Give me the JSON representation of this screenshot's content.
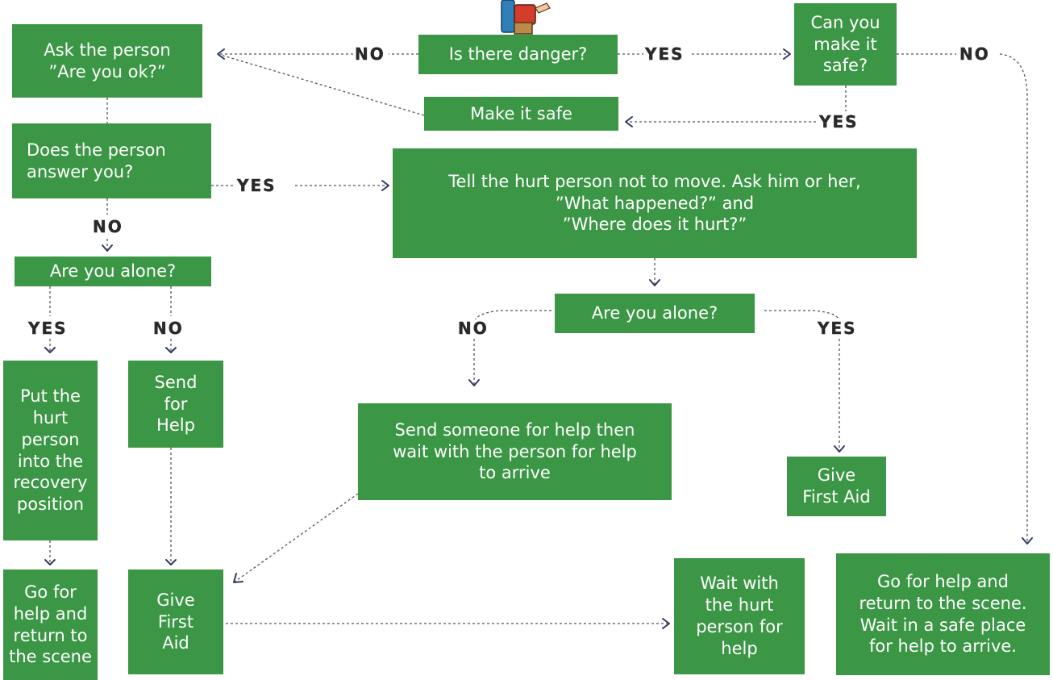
{
  "colors": {
    "box_fill": "#3b9645",
    "box_text": "#ffffff",
    "connector": "#555555",
    "arrowhead": "#333a66",
    "label": "#2a2a2a"
  },
  "icons": {
    "top_figure": "hiker-with-backpack-icon"
  },
  "nodes": {
    "ask_person": "Ask the person\n”Are you ok?”",
    "is_danger": "Is there danger?",
    "can_make_safe": "Can you\nmake it\nsafe?",
    "make_safe": "Make it safe",
    "answer": "Does the person\nanswer you?",
    "tell_hurt": "Tell the hurt person not to move. Ask him or her,\n”What happened?” and\n”Where does it hurt?”",
    "alone_left": "Are you alone?",
    "alone_right": "Are you alone?",
    "recovery": "Put the\nhurt\nperson\ninto the\nrecovery\nposition",
    "send_help": "Send\nfor\nHelp",
    "send_someone": "Send someone for help then\nwait with the person for help\nto arrive",
    "first_aid_right": "Give\nFirst Aid",
    "go_help_left": "Go for\nhelp and\nreturn to\nthe scene",
    "first_aid_mid": "Give\nFirst\nAid",
    "wait_hurt": "Wait with\nthe hurt\nperson for\nhelp",
    "go_help_right": "Go for help and\nreturn to the scene.\nWait in a safe place\nfor help to arrive."
  },
  "labels": {
    "no_danger": "NO",
    "yes_danger": "YES",
    "no_make_safe": "NO",
    "yes_make_safe": "YES",
    "yes_answer": "YES",
    "no_answer": "NO",
    "yes_alone_left": "YES",
    "no_alone_left": "NO",
    "no_alone_right": "NO",
    "yes_alone_right": "YES"
  }
}
